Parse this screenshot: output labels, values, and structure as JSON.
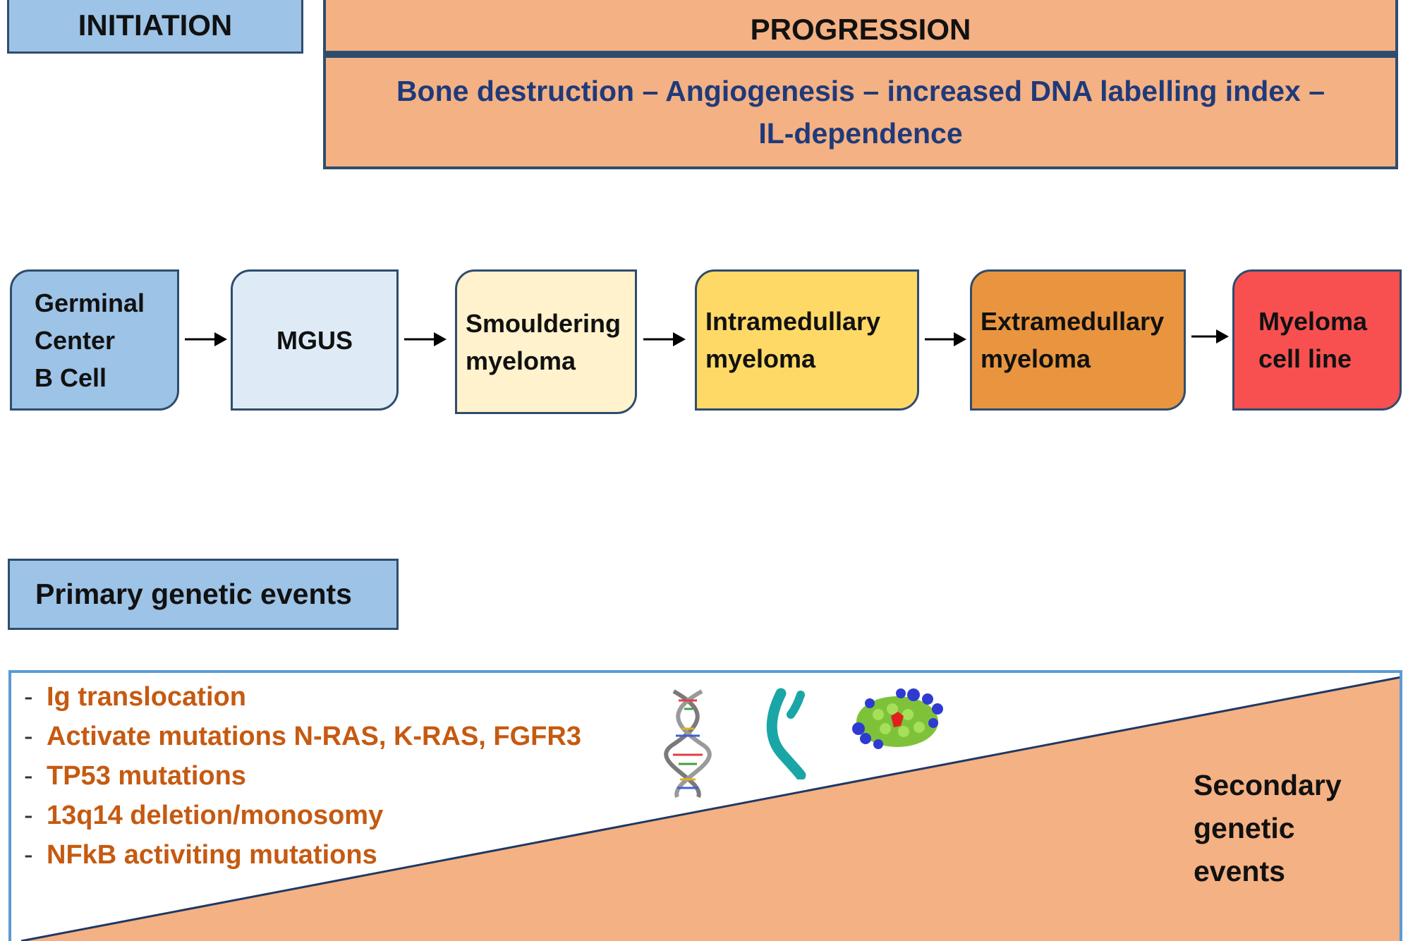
{
  "initiation": {
    "label": "INITIATION"
  },
  "progression": {
    "title": "PROGRESSION",
    "description_line1": "Bone destruction – Angiogenesis – increased DNA labelling index –",
    "description_line2": "IL-dependence"
  },
  "stages": [
    {
      "lines": [
        "Germinal",
        "Center",
        "B Cell"
      ],
      "color": "#9dc3e6"
    },
    {
      "lines": [
        "MGUS"
      ],
      "color": "#deebf7"
    },
    {
      "lines": [
        "Smouldering",
        "myeloma"
      ],
      "color": "#fff2cc"
    },
    {
      "lines": [
        "Intramedullary",
        "myeloma"
      ],
      "color": "#ffd966"
    },
    {
      "lines": [
        "Extramedullary",
        "myeloma"
      ],
      "color": "#e9953f"
    },
    {
      "lines": [
        "Myeloma",
        "cell line"
      ],
      "color": "#f85050"
    }
  ],
  "primary_events": {
    "heading": "Primary genetic events",
    "items": [
      "Ig translocation",
      "Activate mutations N-RAS, K-RAS, FGFR3",
      "TP53 mutations",
      "13q14 deletion/monosomy",
      "NFkB activiting mutations"
    ],
    "bullet": "-"
  },
  "secondary_events": {
    "lines": [
      "Secondary",
      "genetic",
      "events"
    ]
  },
  "icons": [
    "dna-icon",
    "chromosome-icon",
    "protein-icon"
  ],
  "colors": {
    "initiation_fill": "#9dc3e6",
    "progression_fill": "#f4b183",
    "progression_text": "#1f3a7a",
    "primary_text": "#c55a11",
    "panel_border": "#5b9bd5",
    "outline": "#2e4d6e"
  }
}
